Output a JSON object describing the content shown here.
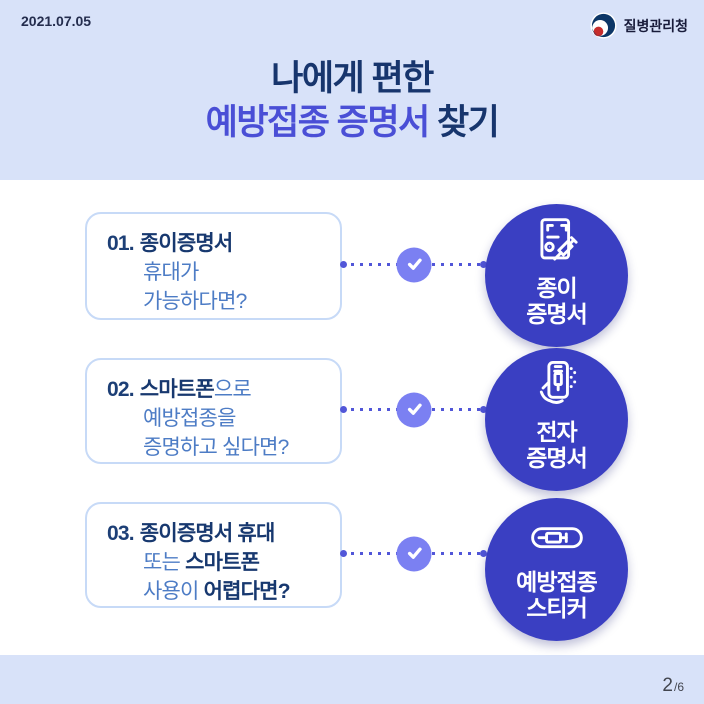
{
  "header": {
    "date": "2021.07.05",
    "agency": "질병관리청",
    "title_line1": "나에게 편한",
    "title_highlight": "예방접종 증명서",
    "title_rest": " 찾기"
  },
  "rows": [
    {
      "num": "01.",
      "line1": [
        {
          "t": "종이증명서"
        }
      ],
      "line2": [
        {
          "t": "휴대가"
        }
      ],
      "line3": [
        {
          "t": "가능하다면?"
        }
      ],
      "bubble_line1": "종이",
      "bubble_line2": "증명서",
      "icon": "paper-certificate-icon"
    },
    {
      "num": "02.",
      "line1": [
        {
          "t": "스마트폰"
        },
        {
          "t": "으로"
        }
      ],
      "line2": [
        {
          "t": "예방접종을"
        }
      ],
      "line3": [
        {
          "t": "증명하고 싶다면?"
        }
      ],
      "bubble_line1": "전자",
      "bubble_line2": "증명서",
      "icon": "smartphone-certificate-icon"
    },
    {
      "num": "03.",
      "line1": [
        {
          "t": "종이증명서 휴대"
        }
      ],
      "line2": [
        {
          "t": "또는 "
        },
        {
          "t": "스마트폰"
        }
      ],
      "line3": [
        {
          "t": "사용이 "
        },
        {
          "t": "어렵다면?"
        }
      ],
      "bubble_line1": "예방접종",
      "bubble_line2": "스티커",
      "icon": "vaccine-sticker-icon"
    }
  ],
  "footer": {
    "page": "2",
    "total": "/6"
  },
  "colors": {
    "band_bg": "#d8e2f9",
    "navy": "#17356d",
    "purple": "#4a4fd6",
    "card_border": "#c7daf7",
    "card_light_text": "#4d7cc5",
    "bubble_blue": "#3a3fc2",
    "check_badge": "#7b80f2",
    "dot": "#5156d8",
    "logo_navy": "#0c3667",
    "logo_red": "#c62c2c"
  }
}
